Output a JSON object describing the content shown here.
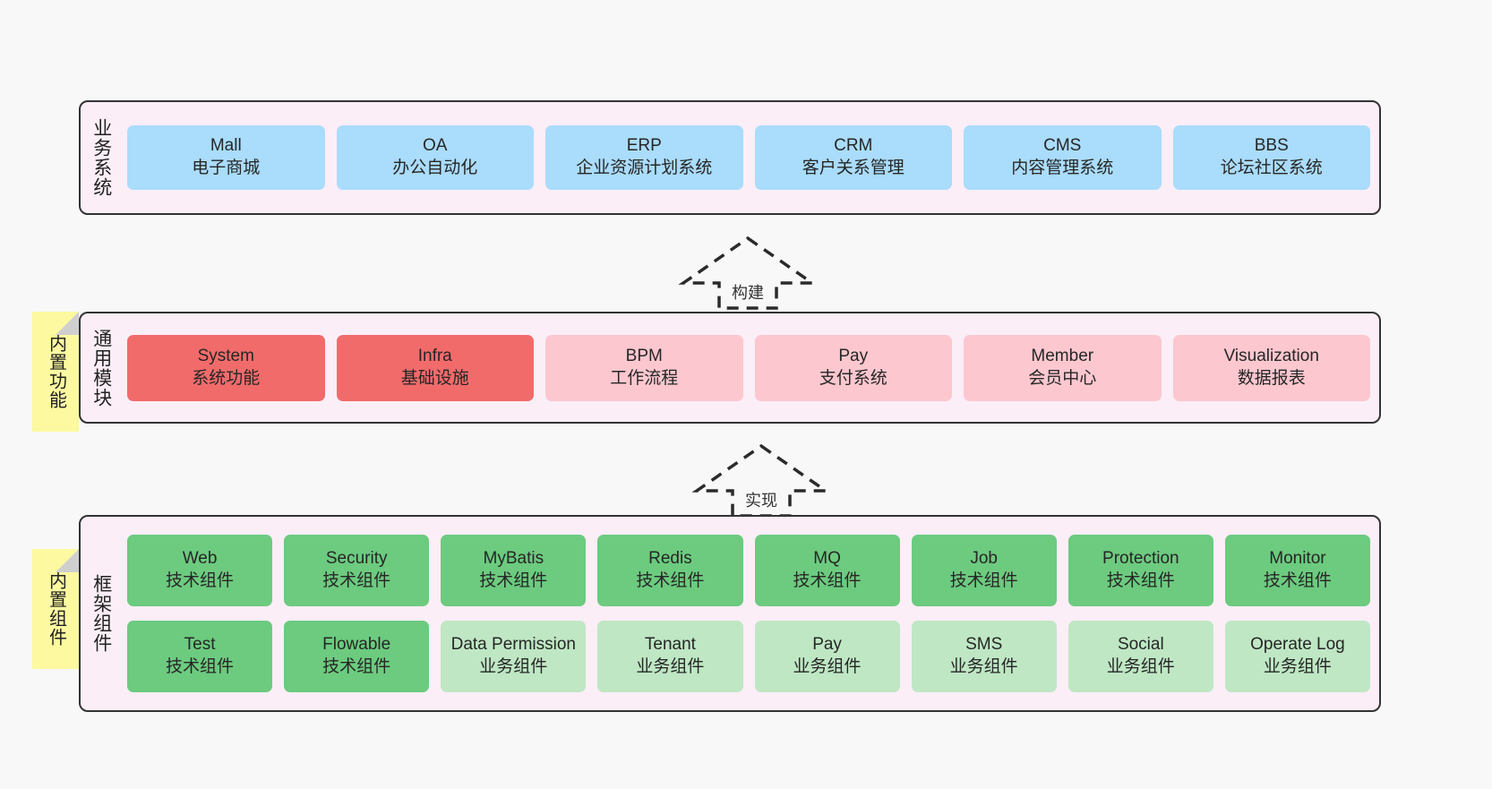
{
  "diagram": {
    "background": "#f8f8f8",
    "band_bg": "#fbeef7",
    "band_border": "#333333",
    "colors": {
      "business": "#aadcfb",
      "module_core": "#f26b6b",
      "module_other": "#fcc7cf",
      "tech_component": "#6ccb7f",
      "biz_component": "#bfe7c4",
      "sticky": "#fcf9a0"
    }
  },
  "business_layer": {
    "title": "业务系统",
    "items": [
      {
        "en": "Mall",
        "cn": "电子商城"
      },
      {
        "en": "OA",
        "cn": "办公自动化"
      },
      {
        "en": "ERP",
        "cn": "企业资源计划系统"
      },
      {
        "en": "CRM",
        "cn": "客户关系管理"
      },
      {
        "en": "CMS",
        "cn": "内容管理系统"
      },
      {
        "en": "BBS",
        "cn": "论坛社区系统"
      }
    ]
  },
  "arrow_build": {
    "label": "构建"
  },
  "arrow_impl": {
    "label": "实现"
  },
  "sticky_modules": {
    "label": "内置功能"
  },
  "sticky_framework": {
    "label": "内置组件"
  },
  "module_layer": {
    "title": "通用模块",
    "items": [
      {
        "en": "System",
        "cn": "系统功能",
        "variant": "core"
      },
      {
        "en": "Infra",
        "cn": "基础设施",
        "variant": "core"
      },
      {
        "en": "BPM",
        "cn": "工作流程",
        "variant": "other"
      },
      {
        "en": "Pay",
        "cn": "支付系统",
        "variant": "other"
      },
      {
        "en": "Member",
        "cn": "会员中心",
        "variant": "other"
      },
      {
        "en": "Visualization",
        "cn": "数据报表",
        "variant": "other"
      }
    ]
  },
  "framework_layer": {
    "title": "框架组件",
    "row1": [
      {
        "en": "Web",
        "cn": "技术组件"
      },
      {
        "en": "Security",
        "cn": "技术组件"
      },
      {
        "en": "MyBatis",
        "cn": "技术组件"
      },
      {
        "en": "Redis",
        "cn": "技术组件"
      },
      {
        "en": "MQ",
        "cn": "技术组件"
      },
      {
        "en": "Job",
        "cn": "技术组件"
      },
      {
        "en": "Protection",
        "cn": "技术组件"
      },
      {
        "en": "Monitor",
        "cn": "技术组件"
      }
    ],
    "row2": [
      {
        "en": "Test",
        "cn": "技术组件",
        "variant": "tech"
      },
      {
        "en": "Flowable",
        "cn": "技术组件",
        "variant": "tech"
      },
      {
        "en": "Data Permission",
        "cn": "业务组件",
        "variant": "biz"
      },
      {
        "en": "Tenant",
        "cn": "业务组件",
        "variant": "biz"
      },
      {
        "en": "Pay",
        "cn": "业务组件",
        "variant": "biz"
      },
      {
        "en": "SMS",
        "cn": "业务组件",
        "variant": "biz"
      },
      {
        "en": "Social",
        "cn": "业务组件",
        "variant": "biz"
      },
      {
        "en": "Operate Log",
        "cn": "业务组件",
        "variant": "biz"
      }
    ]
  }
}
